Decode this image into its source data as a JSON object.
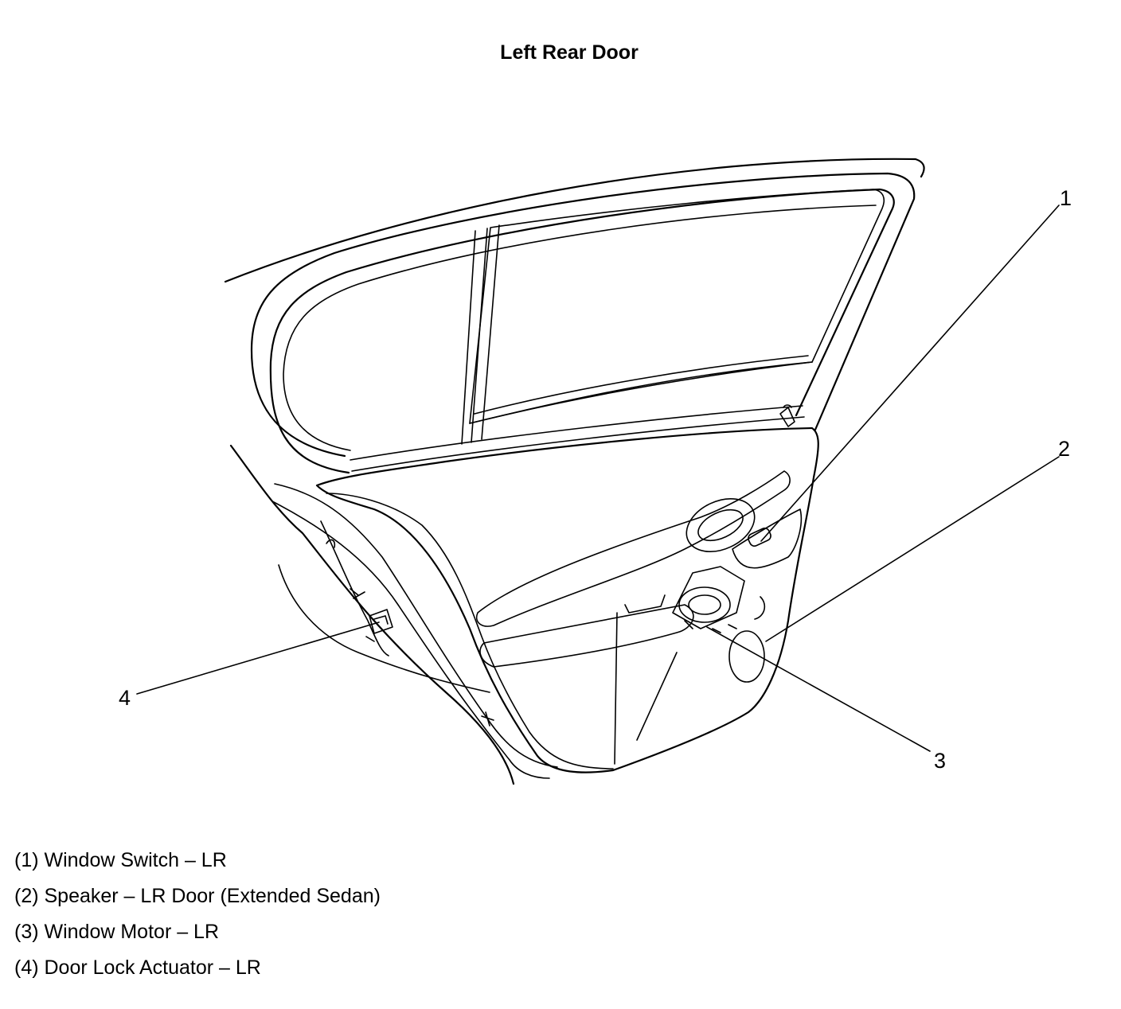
{
  "diagram": {
    "title": "Left Rear Door",
    "callouts": [
      {
        "number": "1",
        "label": "(1) Window Switch – LR"
      },
      {
        "number": "2",
        "label": "(2) Speaker – LR Door (Extended Sedan)"
      },
      {
        "number": "3",
        "label": "(3) Window Motor – LR"
      },
      {
        "number": "4",
        "label": "(4) Door Lock Actuator – LR"
      }
    ]
  }
}
